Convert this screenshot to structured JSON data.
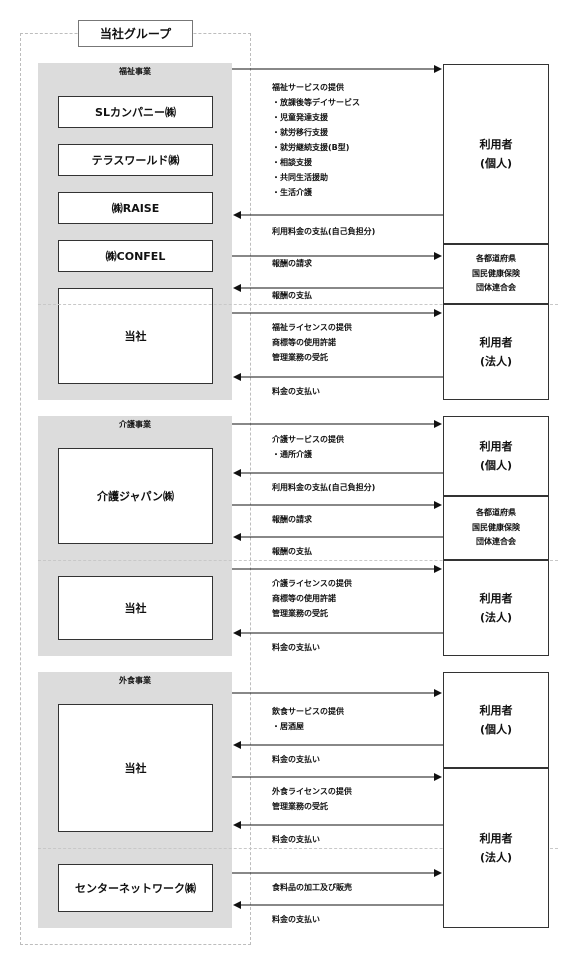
{
  "title": "当社グループ",
  "sections": {
    "welfare": "福祉事業",
    "care": "介護事業",
    "food": "外食事業"
  },
  "entities": {
    "sl": "SLカンパニー㈱",
    "terras": "テラスワールド㈱",
    "raise": "㈱RAISE",
    "confel": "㈱CONFEL",
    "company_welfare": "当社",
    "kaigo_japan": "介護ジャパン㈱",
    "company_care": "当社",
    "company_food": "当社",
    "center_network": "センターネットワーク㈱"
  },
  "recipients": {
    "user_individual": [
      "利用者",
      "(個人)"
    ],
    "user_corporate": [
      "利用者",
      "(法人)"
    ],
    "prefecture": [
      "各都道府県",
      "国民健康保険",
      "団体連合会"
    ]
  },
  "labels": {
    "w_services": [
      "福祉サービスの提供",
      "・放課後等デイサービス",
      "・児童発達支援",
      "・就労移行支援",
      "・就労継続支援(B型)",
      "・相談支援",
      "・共同生活援助",
      "・生活介護"
    ],
    "w_fee": "利用料金の支払(自己負担分)",
    "w_claim": "報酬の請求",
    "w_reward": "報酬の支払",
    "w_license": [
      "福祉ライセンスの提供",
      "商標等の使用許諾",
      "管理業務の受託"
    ],
    "w_license_fee": "料金の支払い",
    "c_services": [
      "介護サービスの提供",
      "・通所介護"
    ],
    "c_fee": "利用料金の支払(自己負担分)",
    "c_claim": "報酬の請求",
    "c_reward": "報酬の支払",
    "c_license": [
      "介護ライセンスの提供",
      "商標等の使用許諾",
      "管理業務の受託"
    ],
    "c_license_fee": "料金の支払い",
    "f_services": [
      "飲食サービスの提供",
      "・居酒屋"
    ],
    "f_fee": "料金の支払い",
    "f_license": [
      "外食ライセンスの提供",
      "管理業務の受託"
    ],
    "f_license_fee": "料金の支払い",
    "f_food": "食料品の加工及び販売",
    "f_food_fee": "料金の支払い"
  }
}
